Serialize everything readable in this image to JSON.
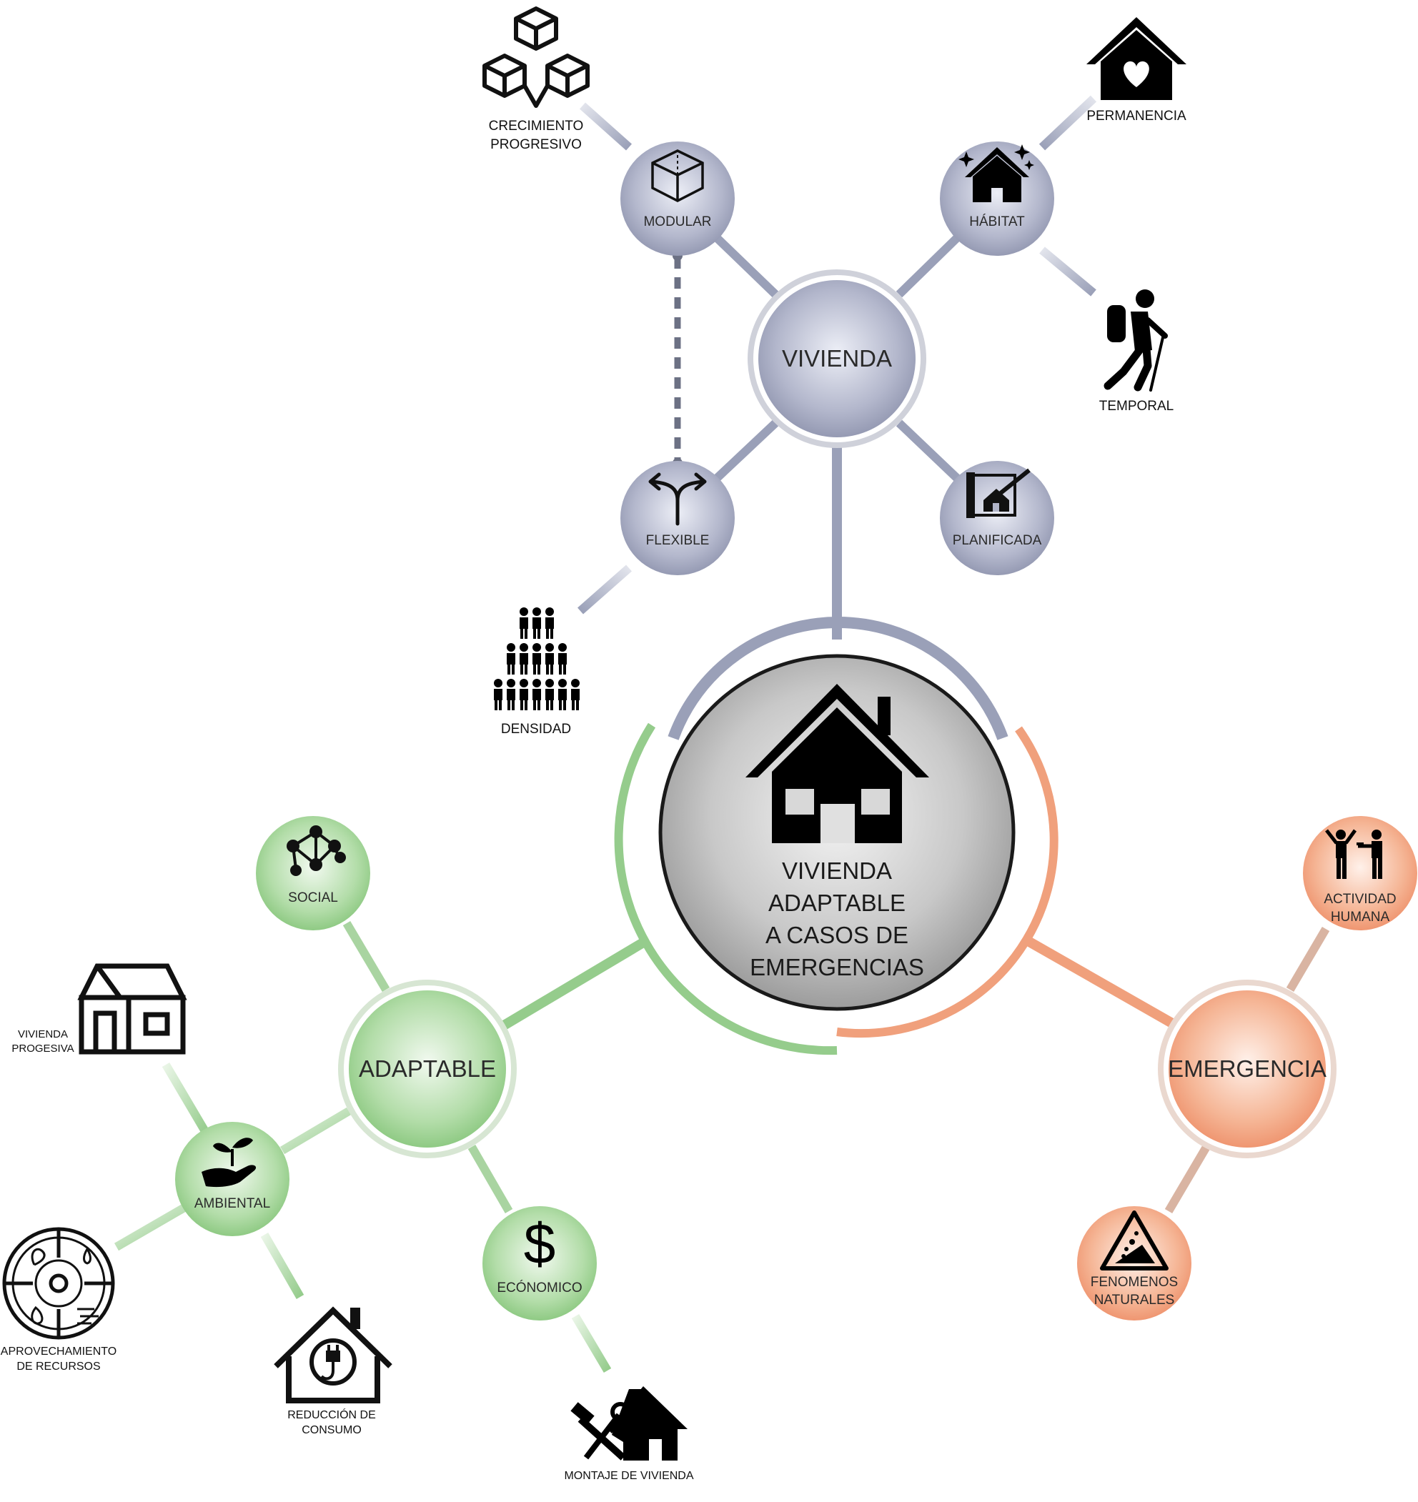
{
  "diagram": {
    "center": {
      "lines": [
        "VIVIENDA",
        "ADAPTABLE",
        "A CASOS DE",
        "EMERGENCIAS"
      ],
      "icon": "house-icon"
    },
    "hubs": {
      "vivienda": {
        "label": "VIVIENDA",
        "color": "#9aa0b8"
      },
      "adaptable": {
        "label": "ADAPTABLE",
        "color": "#95cc8c"
      },
      "emergencia": {
        "label": "EMERGENCIA",
        "color": "#f0a07c"
      }
    },
    "vivienda_nodes": {
      "modular": {
        "label": "MODULAR",
        "icon": "cube-icon"
      },
      "habitat": {
        "label": "HÁBITAT",
        "icon": "sparkle-house-icon"
      },
      "flexible": {
        "label": "FLEXIBLE",
        "icon": "split-arrow-icon"
      },
      "planificada": {
        "label": "PLANIFICADA",
        "icon": "blueprint-icon"
      }
    },
    "vivienda_leaves": {
      "crecimiento": {
        "lines": [
          "CRECIMIENTO",
          "PROGRESIVO"
        ],
        "icon": "cubes-icon"
      },
      "permanencia": {
        "lines": [
          "PERMANENCIA"
        ],
        "icon": "heart-house-icon"
      },
      "temporal": {
        "lines": [
          "TEMPORAL"
        ],
        "icon": "hiker-icon"
      },
      "densidad": {
        "lines": [
          "DENSIDAD"
        ],
        "icon": "crowd-icon"
      }
    },
    "adaptable_nodes": {
      "social": {
        "label": "SOCIAL",
        "icon": "network-icon"
      },
      "ambiental": {
        "label": "AMBIENTAL",
        "icon": "plant-hand-icon"
      },
      "economico": {
        "label": "ECÓNOMICO",
        "icon": "dollar-icon"
      }
    },
    "adaptable_leaves": {
      "vivienda_progesiva": {
        "lines": [
          "VIVIENDA",
          "PROGESIVA"
        ],
        "icon": "growing-house-icon"
      },
      "aprovechamiento": {
        "lines": [
          "APROVECHAMIENTO",
          "DE RECURSOS"
        ],
        "icon": "resources-icon"
      },
      "reduccion": {
        "lines": [
          "REDUCCIÓN DE",
          "CONSUMO"
        ],
        "icon": "plug-house-icon"
      },
      "montaje": {
        "lines": [
          "MONTAJE DE VIVIENDA"
        ],
        "icon": "tools-house-icon"
      }
    },
    "emergencia_nodes": {
      "actividad": {
        "lines": [
          "ACTIVIDAD",
          "HUMANA"
        ],
        "icon": "conflict-icon"
      },
      "fenomenos": {
        "lines": [
          "FENOMENOS",
          "NATURALES"
        ],
        "icon": "landslide-warning-icon"
      }
    }
  }
}
